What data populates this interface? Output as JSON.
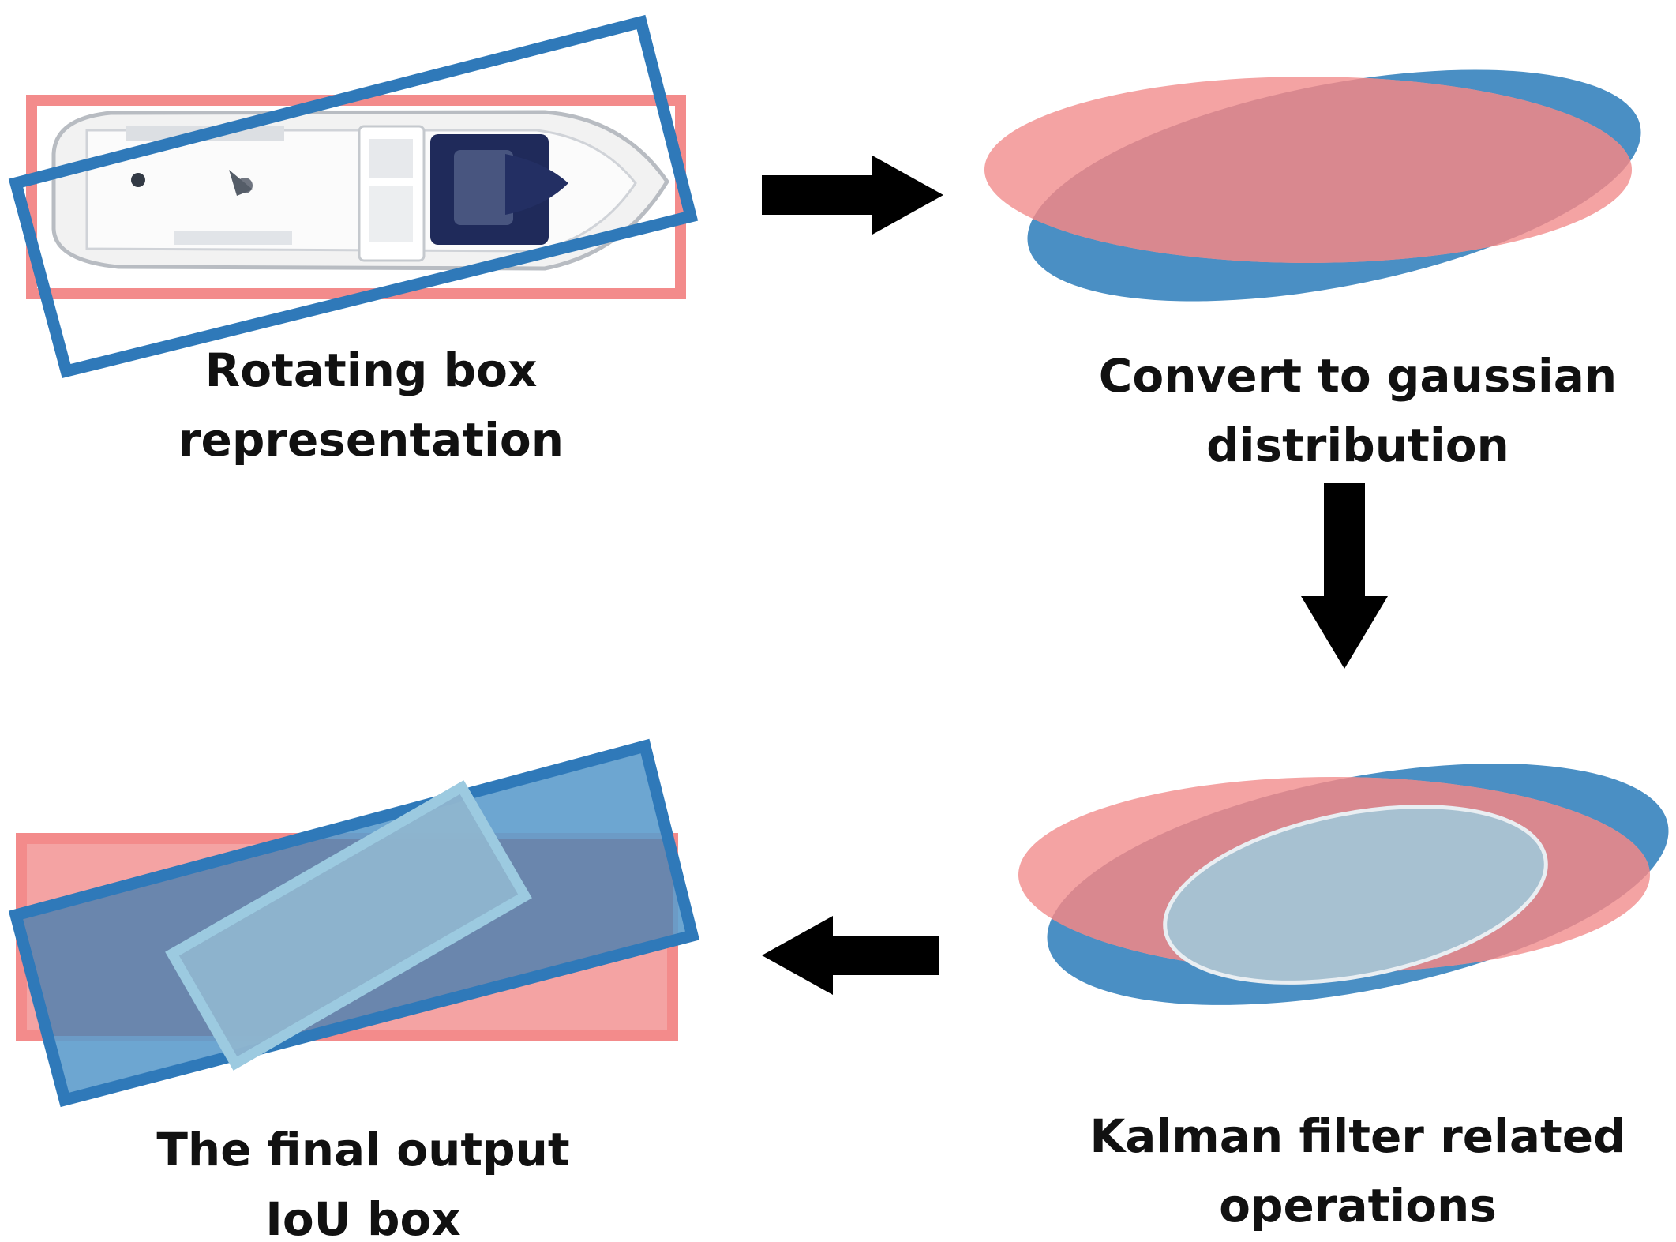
{
  "steps": [
    {
      "id": "rotating-box",
      "caption": [
        "Rotating box",
        "representation"
      ]
    },
    {
      "id": "gaussian",
      "caption": [
        "Convert to gaussian",
        "distribution"
      ]
    },
    {
      "id": "kalman",
      "caption": [
        "Kalman filter related",
        "operations"
      ]
    },
    {
      "id": "final-output",
      "caption": [
        "The final output",
        "IoU box"
      ]
    }
  ],
  "colors": {
    "red_box": "#f38b8b",
    "blue_box": "#2f79b9",
    "red_fill": "#f4a3a3",
    "blue_fill": "#3f88c2",
    "overlap_fill": "#dc8a90",
    "intersection_fill": "#a7c1d1",
    "iou_outline": "#9ccae0",
    "arrow": "#000000"
  },
  "icons": [
    "boat-image",
    "arrow-right-icon",
    "arrow-down-icon",
    "arrow-left-icon"
  ]
}
